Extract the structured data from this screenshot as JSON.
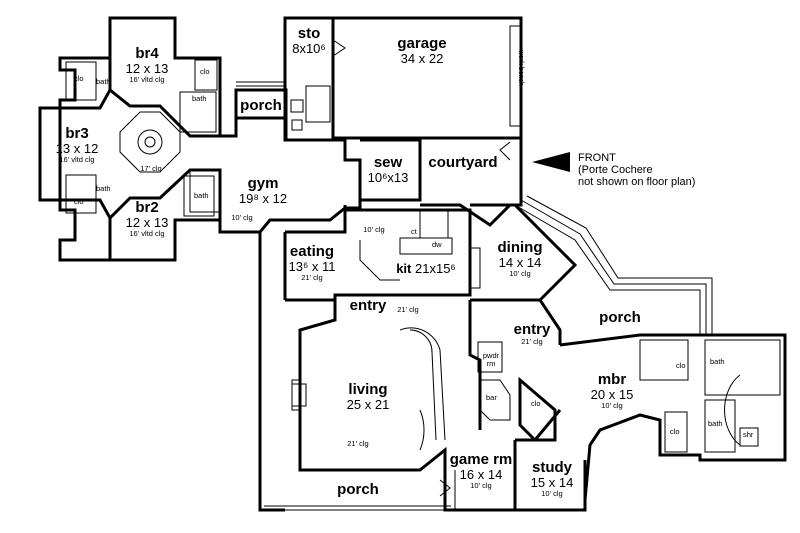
{
  "rooms": {
    "br4": {
      "name": "br4",
      "dim": "12 x 13",
      "clg": "16' vltd clg"
    },
    "br3": {
      "name": "br3",
      "dim": "13 x 12",
      "clg": "16' vltd clg"
    },
    "br2": {
      "name": "br2",
      "dim": "12 x 13",
      "clg": "16' vltd clg"
    },
    "sto": {
      "name": "sto",
      "dim": "8x10⁶"
    },
    "garage": {
      "name": "garage",
      "dim": "34 x 22"
    },
    "porch_top": {
      "name": "porch"
    },
    "sew": {
      "name": "sew",
      "dim": "10⁶x13"
    },
    "courtyard": {
      "name": "courtyard"
    },
    "gym": {
      "name": "gym",
      "dim": "19⁸ x 12",
      "clg": "10' clg"
    },
    "eating": {
      "name": "eating",
      "dim": "13⁶ x 11",
      "clg": "21' clg"
    },
    "kit": {
      "name": "kit",
      "dim": "21x15⁶",
      "clg": "10' clg"
    },
    "dining": {
      "name": "dining",
      "dim": "14 x 14",
      "clg": "10' clg"
    },
    "porch_right": {
      "name": "porch"
    },
    "entry_left": {
      "name": "entry",
      "clg": "21' clg"
    },
    "entry_right": {
      "name": "entry",
      "clg": "21' clg"
    },
    "living": {
      "name": "living",
      "dim": "25 x 21",
      "clg": "21' clg"
    },
    "mbr": {
      "name": "mbr",
      "dim": "20 x 15",
      "clg": "10' clg"
    },
    "game_rm": {
      "name": "game rm",
      "dim": "16 x 14",
      "clg": "10' clg"
    },
    "study": {
      "name": "study",
      "dim": "15 x 14",
      "clg": "10' clg"
    },
    "porch_bottom": {
      "name": "porch"
    },
    "hub": {
      "clg": "17' clg"
    }
  },
  "fixtures": {
    "bath": "bath",
    "clo": "clo",
    "pwdr_rm": "pwdr rm",
    "bar": "bar",
    "shr": "shr",
    "work_bench": "work bench",
    "ct": "ct",
    "dw": "dw"
  },
  "front_note": {
    "line1": "FRONT",
    "line2": "(Porte Cochere",
    "line3": "not shown on floor plan)"
  }
}
